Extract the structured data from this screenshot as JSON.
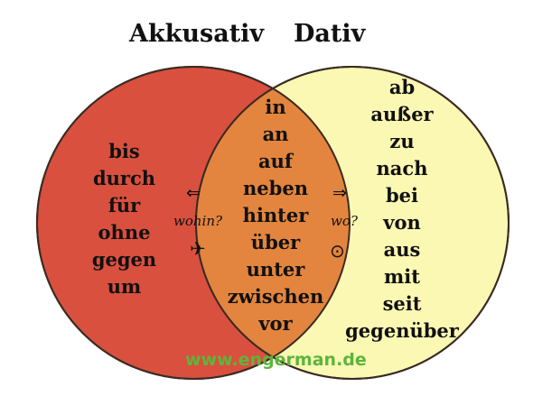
{
  "titles": {
    "left": "Akkusativ",
    "right": "Dativ"
  },
  "akkusativ_only": [
    "bis",
    "durch",
    "für",
    "ohne",
    "gegen",
    "um"
  ],
  "both": [
    "in",
    "an",
    "auf",
    "neben",
    "hinter",
    "über",
    "unter",
    "zwischen",
    "vor"
  ],
  "dativ_only": [
    "ab",
    "außer",
    "zu",
    "nach",
    "bei",
    "von",
    "aus",
    "mit",
    "seit",
    "gegenüber"
  ],
  "questions": {
    "akkusativ": "wohin?",
    "dativ": "wo?"
  },
  "icons": {
    "akk_arrow": "arrow-left-icon",
    "dat_arrow": "arrow-right-icon",
    "akk_symbol": "airplane-icon",
    "dat_symbol": "location-dot-icon"
  },
  "footer": "www.engerman.de",
  "colors": {
    "akkusativ_circle": "#d9503f",
    "dativ_circle": "#fbf8b3",
    "overlap": "#e3853e",
    "footer_text": "#5db53c"
  }
}
